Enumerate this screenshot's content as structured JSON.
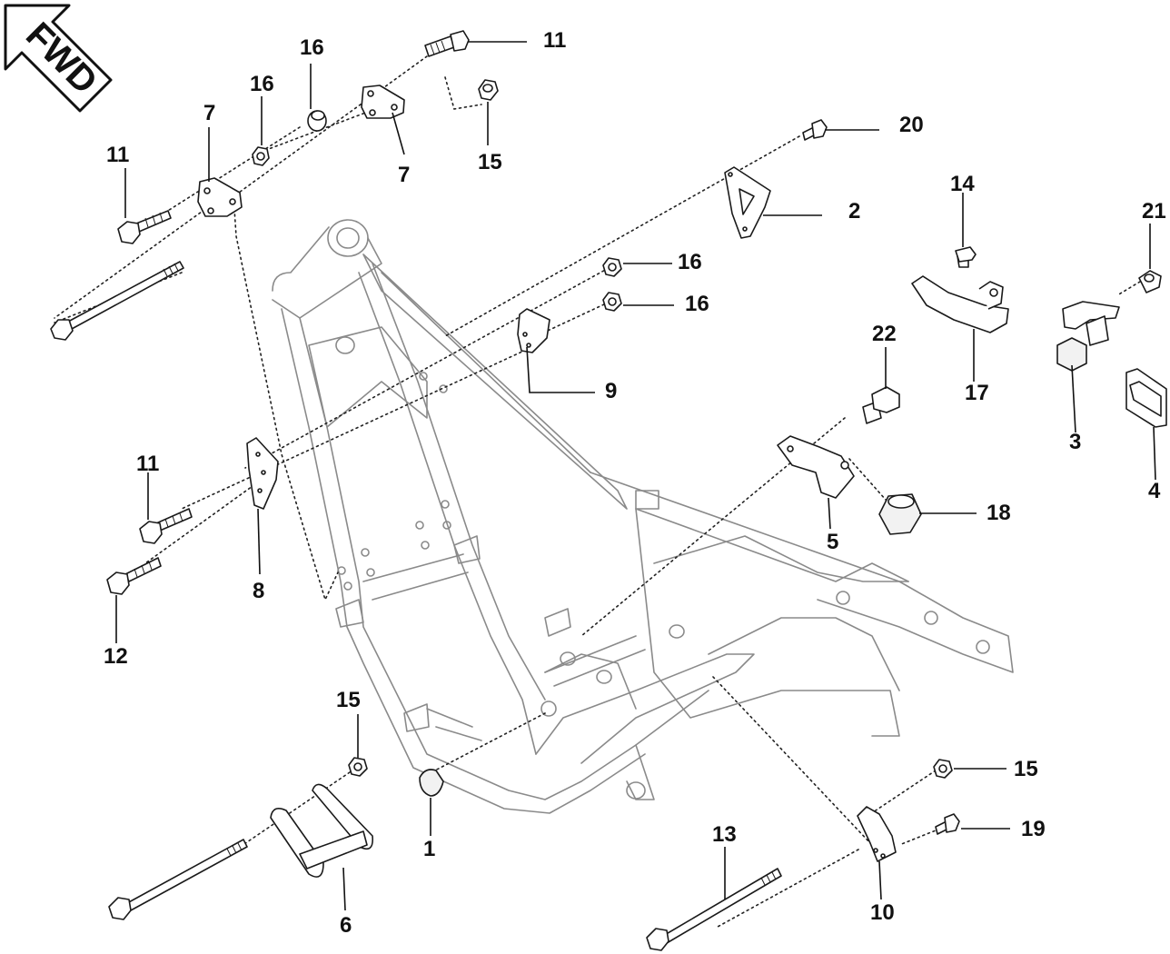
{
  "diagram": {
    "orientation_badge": "FWD",
    "callouts": [
      {
        "id": "c1",
        "text": "1"
      },
      {
        "id": "c2",
        "text": "2"
      },
      {
        "id": "c3",
        "text": "3"
      },
      {
        "id": "c4",
        "text": "4"
      },
      {
        "id": "c5",
        "text": "5"
      },
      {
        "id": "c6",
        "text": "6"
      },
      {
        "id": "c7a",
        "text": "7"
      },
      {
        "id": "c7b",
        "text": "7"
      },
      {
        "id": "c8",
        "text": "8"
      },
      {
        "id": "c9",
        "text": "9"
      },
      {
        "id": "c10",
        "text": "10"
      },
      {
        "id": "c11a",
        "text": "11"
      },
      {
        "id": "c11b",
        "text": "11"
      },
      {
        "id": "c11c",
        "text": "11"
      },
      {
        "id": "c12",
        "text": "12"
      },
      {
        "id": "c13",
        "text": "13"
      },
      {
        "id": "c14",
        "text": "14"
      },
      {
        "id": "c15a",
        "text": "15"
      },
      {
        "id": "c15b",
        "text": "15"
      },
      {
        "id": "c15c",
        "text": "15"
      },
      {
        "id": "c16a",
        "text": "16"
      },
      {
        "id": "c16b",
        "text": "16"
      },
      {
        "id": "c16c",
        "text": "16"
      },
      {
        "id": "c16d",
        "text": "16"
      },
      {
        "id": "c17",
        "text": "17"
      },
      {
        "id": "c18",
        "text": "18"
      },
      {
        "id": "c19",
        "text": "19"
      },
      {
        "id": "c20",
        "text": "20"
      },
      {
        "id": "c21",
        "text": "21"
      },
      {
        "id": "c22",
        "text": "22"
      }
    ]
  }
}
